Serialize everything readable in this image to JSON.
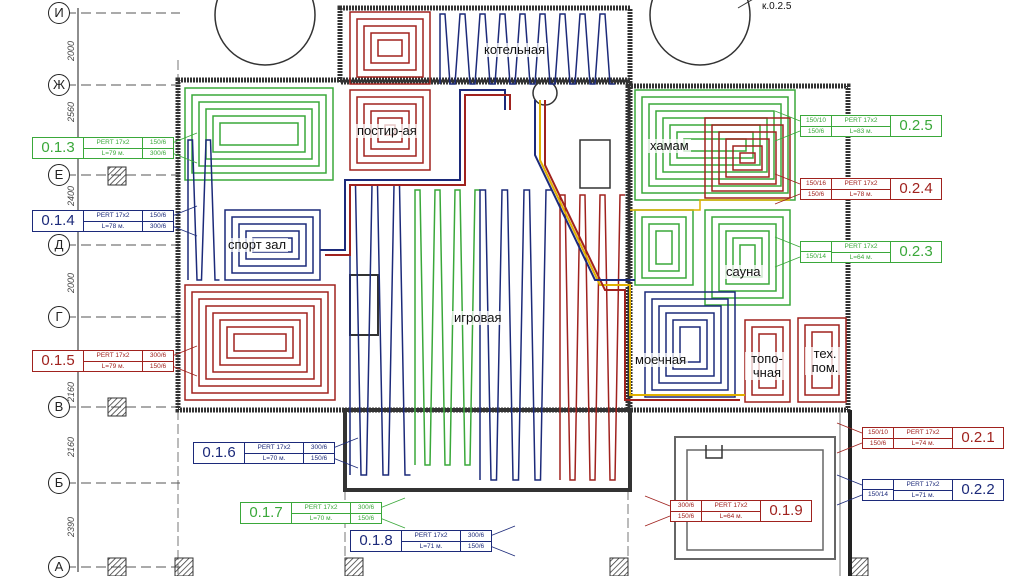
{
  "colors": {
    "green": "#3aa83a",
    "blue": "#1c2a7a",
    "red": "#a0221e",
    "wall": "#333333",
    "pipe_yellow": "#e0b000"
  },
  "axes": [
    {
      "label": "И"
    },
    {
      "label": "Ж"
    },
    {
      "label": "Е"
    },
    {
      "label": "Д"
    },
    {
      "label": "Г"
    },
    {
      "label": "В"
    },
    {
      "label": "Б"
    },
    {
      "label": "А"
    }
  ],
  "dimensions": [
    "2000",
    "2560",
    "2400",
    "2000",
    "2160",
    "2160",
    "2390"
  ],
  "rooms": {
    "boiler": "котельная",
    "laundry": "постир-ая",
    "hamam": "хамам",
    "gym": "спорт зал",
    "sauna": "сауна",
    "playroom": "игровая",
    "washroom": "моечная",
    "furnace": "топо-чная",
    "tech": "тех. пом.",
    "callout": "к.0.2.5"
  },
  "loops": [
    {
      "id": "0.1.3",
      "pipe": "PERT 17x2",
      "length": "L=79 м.",
      "port1": "150/6",
      "port2": "300/6",
      "color": "green"
    },
    {
      "id": "0.1.4",
      "pipe": "PERT 17x2",
      "length": "L=78 м.",
      "port1": "150/6",
      "port2": "300/6",
      "color": "blue"
    },
    {
      "id": "0.1.5",
      "pipe": "PERT 17x2",
      "length": "L=79 м.",
      "port1": "300/6",
      "port2": "150/6",
      "color": "red"
    },
    {
      "id": "0.1.6",
      "pipe": "PERT 17x2",
      "length": "L=70 м.",
      "port1": "300/6",
      "port2": "150/6",
      "color": "blue"
    },
    {
      "id": "0.1.7",
      "pipe": "PERT 17x2",
      "length": "L=70 м.",
      "port1": "300/6",
      "port2": "150/6",
      "color": "green"
    },
    {
      "id": "0.1.8",
      "pipe": "PERT 17x2",
      "length": "L=71 м.",
      "port1": "300/6",
      "port2": "150/6",
      "color": "blue"
    },
    {
      "id": "0.1.9",
      "pipe": "PERT 17x2",
      "length": "L=64 м.",
      "port1": "300/6",
      "port2": "150/6",
      "color": "red"
    },
    {
      "id": "0.2.1",
      "pipe": "PERT 17x2",
      "length": "L=74 м.",
      "port1": "150/10",
      "port2": "150/6",
      "color": "red"
    },
    {
      "id": "0.2.2",
      "pipe": "PERT 17x2",
      "length": "L=71 м.",
      "port1": "",
      "port2": "150/14",
      "color": "blue"
    },
    {
      "id": "0.2.3",
      "pipe": "PERT 17x2",
      "length": "L=64 м.",
      "port1": "",
      "port2": "150/14",
      "color": "green"
    },
    {
      "id": "0.2.4",
      "pipe": "PERT 17x2",
      "length": "L=78 м.",
      "port1": "150/16",
      "port2": "150/6",
      "color": "red"
    },
    {
      "id": "0.2.5",
      "pipe": "PERT 17x2",
      "length": "L=83 м.",
      "port1": "150/10",
      "port2": "150/6",
      "color": "green"
    }
  ]
}
